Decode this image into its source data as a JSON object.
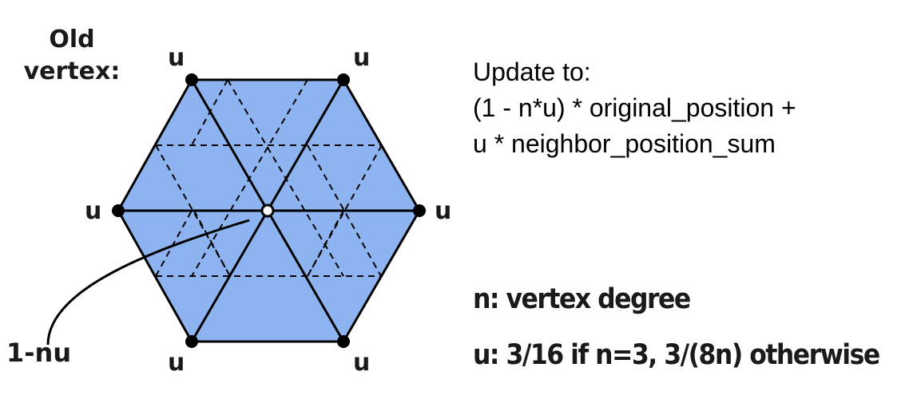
{
  "title": "Old vertex:",
  "title_lines": [
    "Old",
    "vertex:"
  ],
  "neighbor_label": "u",
  "center_label": "1-nu",
  "update": {
    "heading": "Update to:",
    "line1": "(1 - n*u) * original_position +",
    "line2": "u * neighbor_position_sum"
  },
  "notes": {
    "n_def": "n: vertex degree",
    "u_def": "u: 3/16 if n=3, 3/(8n) otherwise"
  },
  "colors": {
    "face_fill": "#8db4f0",
    "edge": "#000000",
    "dashed": "#000000",
    "vertex": "#000000",
    "center_vertex_fill": "#ffffff"
  }
}
